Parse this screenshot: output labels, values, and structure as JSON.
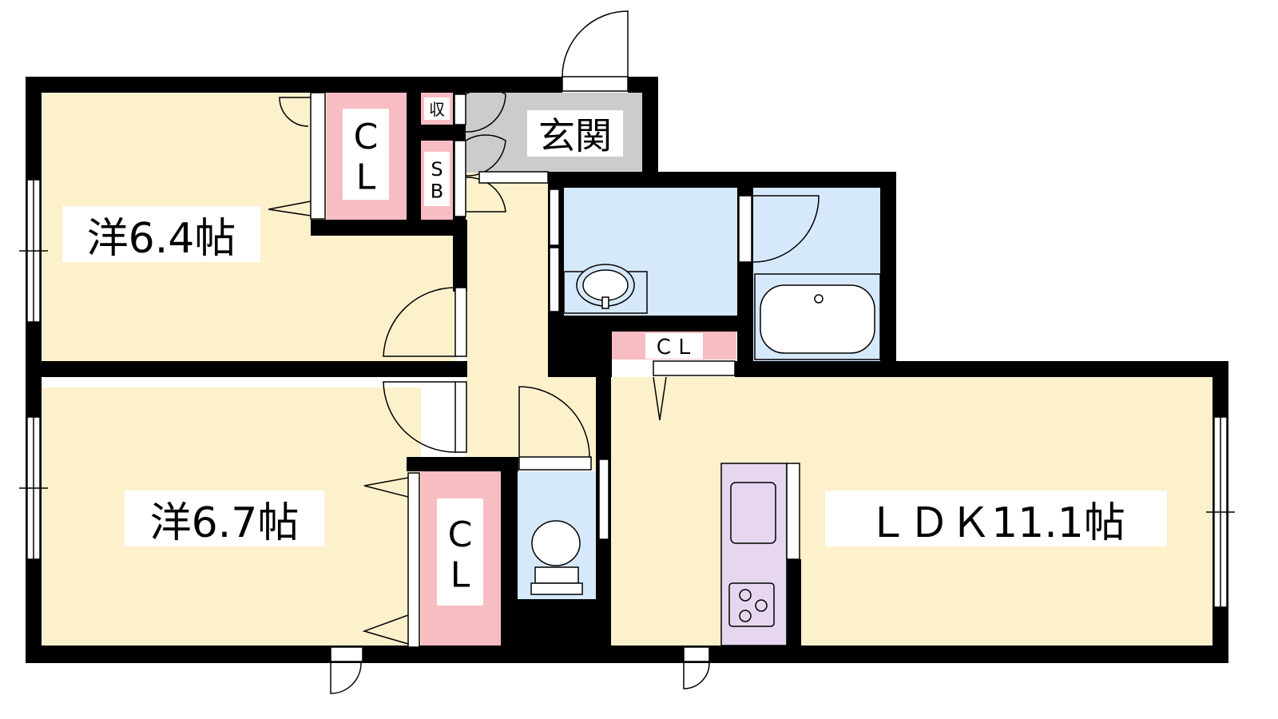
{
  "rooms": {
    "western_1": "洋6.4帖",
    "western_2": "洋6.7帖",
    "ldk": "ＬＤＫ11.1帖",
    "entrance": "玄関"
  },
  "storage": {
    "closet_1": "C\nL",
    "closet_2": "C\nL",
    "closet_hall": "ＣＬ",
    "shoe_box": "S\nB",
    "small_storage": "収"
  },
  "colors": {
    "room_floor": "#fdf1cc",
    "wet_area": "#d6e9fb",
    "storage": "#f7bdc2",
    "entrance_floor": "#cccccc",
    "kitchen": "#e6d6ef",
    "wall": "#000000"
  },
  "icons": [
    "wash-basin-icon",
    "bathtub-icon",
    "toilet-icon",
    "kitchen-sink-icon",
    "stove-burner-icon"
  ]
}
